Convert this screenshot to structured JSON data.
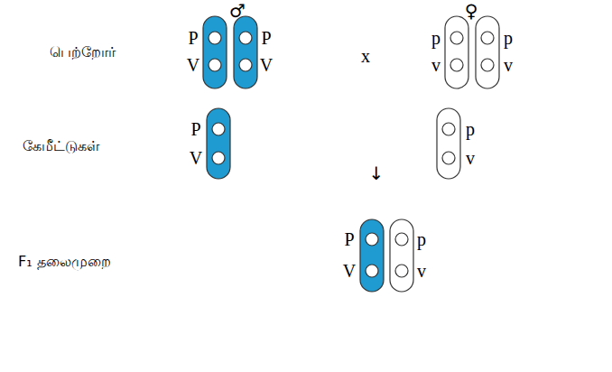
{
  "diagram": {
    "labels": [
      "♂",
      "♀",
      "பெற்றோர்",
      "P",
      "V",
      "P",
      "V",
      "x",
      "p",
      "v",
      "p",
      "v",
      "கேமீட்டுகள்",
      "P",
      "V",
      "↓",
      "p",
      "v",
      "F₁ தலைமுறை",
      "P",
      "V",
      "p",
      "v"
    ]
  }
}
